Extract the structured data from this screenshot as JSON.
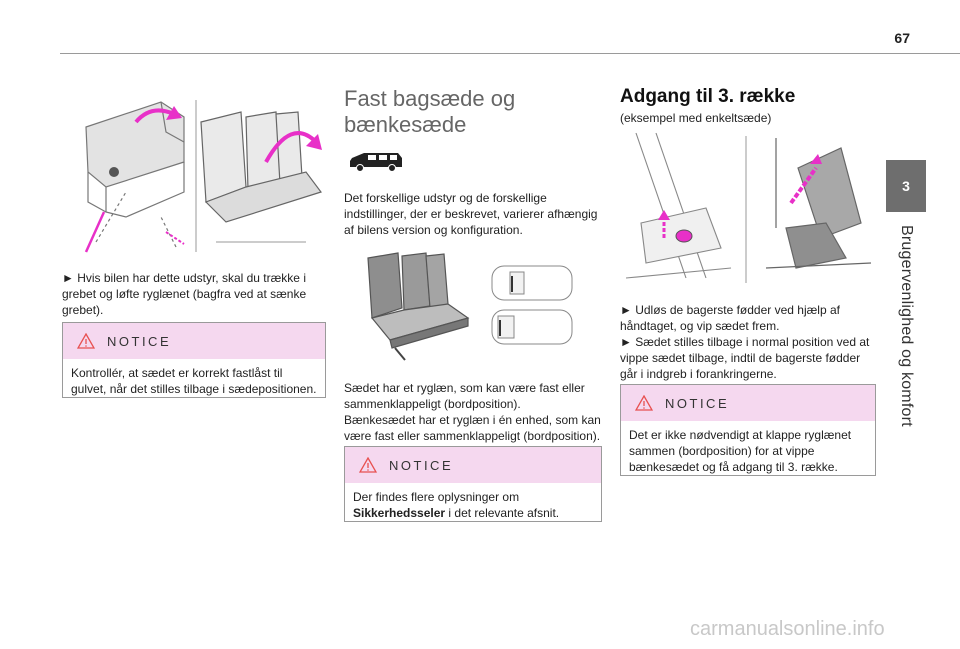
{
  "page_number": "67",
  "side_tab": {
    "number": "3",
    "label": "Brugervenlighed og komfort"
  },
  "col1": {
    "instruction": "► Hvis bilen har dette udstyr, skal du trække i grebet og løfte ryglænet (bagfra ved at sænke grebet).",
    "notice": {
      "title": "NOTICE",
      "text": "Kontrollér, at sædet er korrekt fastlåst til gulvet, når det stilles tilbage i sædepositionen."
    }
  },
  "col2": {
    "heading": "Fast bagsæde og bænkesæde",
    "intro": "Det forskellige udstyr og de forskellige indstillinger, der er beskrevet, varierer afhængig af bilens version og konfiguration.",
    "description": "Sædet har et ryglæn, som kan være fast eller sammenklappeligt (bordposition).\nBænkesædet har et ryglæn i én enhed, som kan være fast eller sammenklappeligt (bordposition).",
    "notice": {
      "title": "NOTICE",
      "text_prefix": "Der findes flere oplysninger om ",
      "text_bold": "Sikkerhedsseler",
      "text_suffix": " i det relevante afsnit."
    }
  },
  "col3": {
    "heading": "Adgang til 3. række",
    "subtitle": "(eksempel med enkeltsæde)",
    "instructions": "► Udløs de bagerste fødder ved hjælp af håndtaget, og vip sædet frem.\n► Sædet stilles tilbage i normal position ved at vippe sædet tilbage, indtil de bagerste fødder går i indgreb i forankringerne.",
    "notice": {
      "title": "NOTICE",
      "text": "Det er ikke nødvendigt at klappe ryglænet sammen (bordposition) for at vippe bænkesædet og få adgang til 3. række."
    }
  },
  "watermark": "carmanualsonline.info",
  "colors": {
    "accent_pink": "#e830c8",
    "notice_bg": "#f5d8ef",
    "side_tab": "#6e6e6e"
  },
  "icons": [
    "warning-triangle-icon",
    "van-icon"
  ]
}
